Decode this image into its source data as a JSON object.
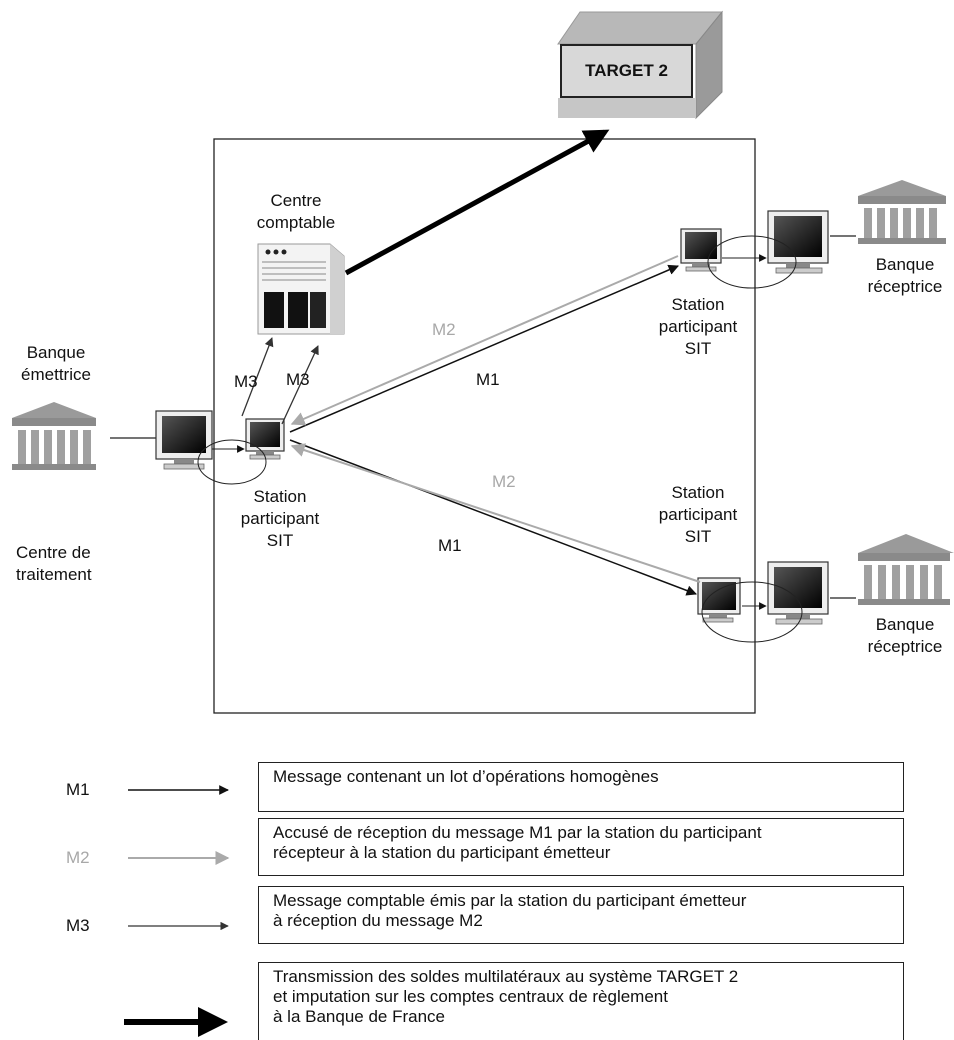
{
  "target": {
    "label": "TARGET 2"
  },
  "centre_comptable": {
    "line1": "Centre",
    "line2": "comptable"
  },
  "banque_emettrice": {
    "line1": "Banque",
    "line2": "émettrice"
  },
  "centre_traitement": {
    "line1": "Centre de",
    "line2": "traitement"
  },
  "station_emitter": {
    "line1": "Station",
    "line2": "participant",
    "line3": "SIT"
  },
  "station_top": {
    "line1": "Station",
    "line2": "participant",
    "line3": "SIT"
  },
  "station_bottom": {
    "line1": "Station",
    "line2": "participant",
    "line3": "SIT"
  },
  "banque_receptrice_top": {
    "line1": "Banque",
    "line2": "réceptrice"
  },
  "banque_receptrice_bottom": {
    "line1": "Banque",
    "line2": "réceptrice"
  },
  "messages": {
    "m1_top": "M1",
    "m2_top": "M2",
    "m1_bottom": "M1",
    "m2_bottom": "M2",
    "m3_left": "M3",
    "m3_right": "M3"
  },
  "colors": {
    "m1": "#111111",
    "m2": "#aaaaaa",
    "m3": "#333333",
    "transmission": "#000000"
  },
  "legend": [
    {
      "key": "M1",
      "lines": [
        "Message contenant un lot d’opérations homogènes"
      ]
    },
    {
      "key": "M2",
      "lines": [
        "Accusé de réception du message M1 par la station du participant",
        "récepteur à la station du participant émetteur"
      ]
    },
    {
      "key": "M3",
      "lines": [
        "Message comptable émis par la station du participant émetteur",
        "à réception du message M2"
      ]
    },
    {
      "key": "",
      "lines": [
        "Transmission des soldes multilatéraux  au système TARGET 2",
        "et imputation sur les comptes centraux de règlement",
        "à la Banque de France"
      ]
    }
  ]
}
